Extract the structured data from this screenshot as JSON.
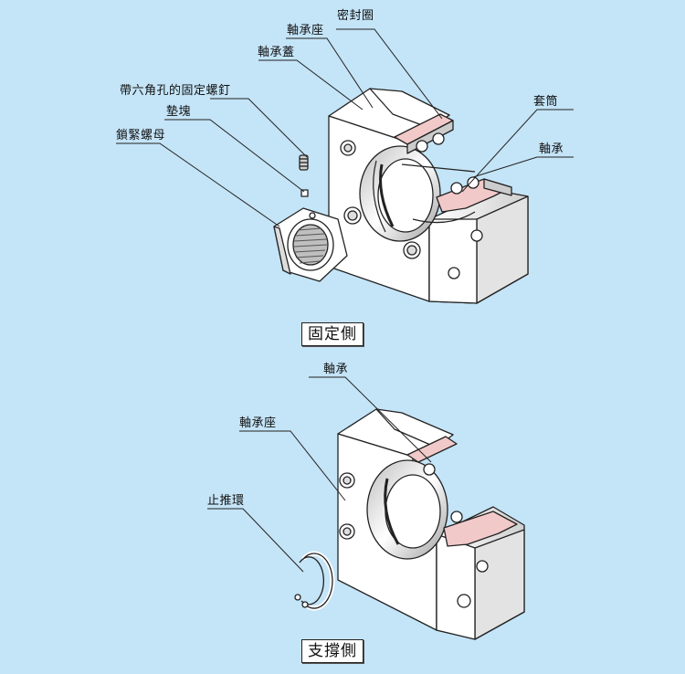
{
  "colors": {
    "background": "#c4e4f7",
    "part_fill": "#ffffff",
    "part_shade": "#d9d9d9",
    "seal_pink": "#f2c9c9",
    "line": "#222222"
  },
  "fixed_side": {
    "caption": "固定側",
    "labels": {
      "seal_ring": "密封圈",
      "bearing_housing": "軸承座",
      "bearing_cover": "軸承蓋",
      "hex_set_screw": "帶六角孔的固定螺釘",
      "pad_block": "墊塊",
      "lock_nut": "鎖緊螺母",
      "sleeve": "套筒",
      "bearing": "軸承"
    }
  },
  "support_side": {
    "caption": "支撐側",
    "labels": {
      "bearing": "軸承",
      "bearing_housing": "軸承座",
      "retaining_ring": "止推環"
    }
  }
}
